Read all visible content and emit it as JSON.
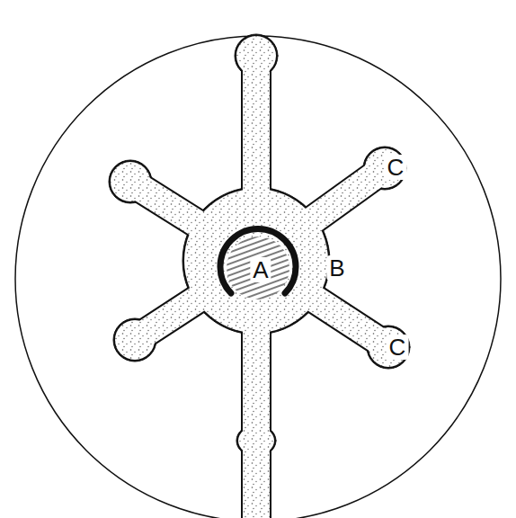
{
  "diagram": {
    "labels": [
      "A",
      "B",
      "C",
      "C"
    ]
  }
}
